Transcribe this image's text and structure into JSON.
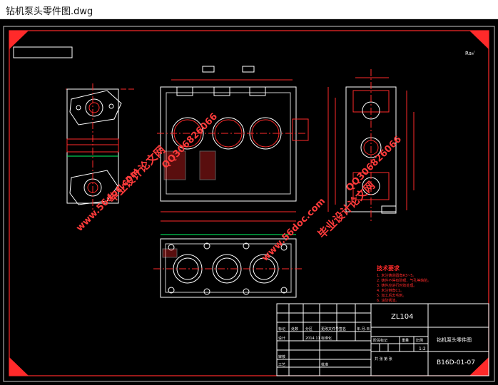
{
  "window": {
    "title": "钻机泵头零件图.dwg"
  },
  "drawing": {
    "surface_roughness_note": "Ra√",
    "notes_heading": "技术要求",
    "notes": [
      "1. 未注铸造圆角R3~5。",
      "2. 铸件不得有砂眼、气孔等缺陷。",
      "3. 铸件应进行时效处理。",
      "4. 未注倒角C1。",
      "5. 加工后去毛刺。",
      "6. 涂防锈漆。"
    ],
    "title_block": {
      "material": "ZL104",
      "part_name": "钻机泵头零件图",
      "drawing_number": "B16D-01-07",
      "scale": "1:2",
      "date": "2014.11",
      "row_labels": [
        "标记",
        "处数",
        "分区",
        "更改文件号",
        "签名",
        "年.月.日"
      ],
      "design_label": "设计",
      "standard_label": "标准化",
      "stage_label": "阶段标记",
      "weight_label": "重量",
      "ratio_label": "比例",
      "review_label": "审核",
      "process_label": "工艺",
      "approve_label": "批准",
      "sheet_label": "共 张 第 张"
    }
  },
  "watermarks": {
    "site": "www.56doc.com",
    "qq": "QQ306826066",
    "brand": "毕业设计论文网"
  }
}
